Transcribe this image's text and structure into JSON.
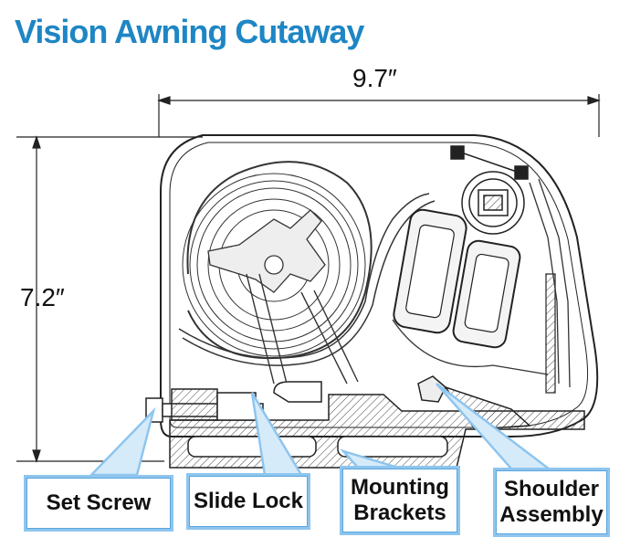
{
  "title": "Vision Awning Cutaway",
  "dimensions": {
    "width": "9.7″",
    "height": "7.2″"
  },
  "callouts": {
    "set_screw": "Set Screw",
    "slide_lock": "Slide Lock",
    "mounting_brackets_1": "Mounting",
    "mounting_brackets_2": "Brackets",
    "shoulder_assembly_1": "Shoulder",
    "shoulder_assembly_2": "Assembly"
  },
  "colors": {
    "title": "#1e86c4",
    "callout_border": "#8ec5ee",
    "callout_fill": "#d6ebfa",
    "line": "#222222"
  }
}
